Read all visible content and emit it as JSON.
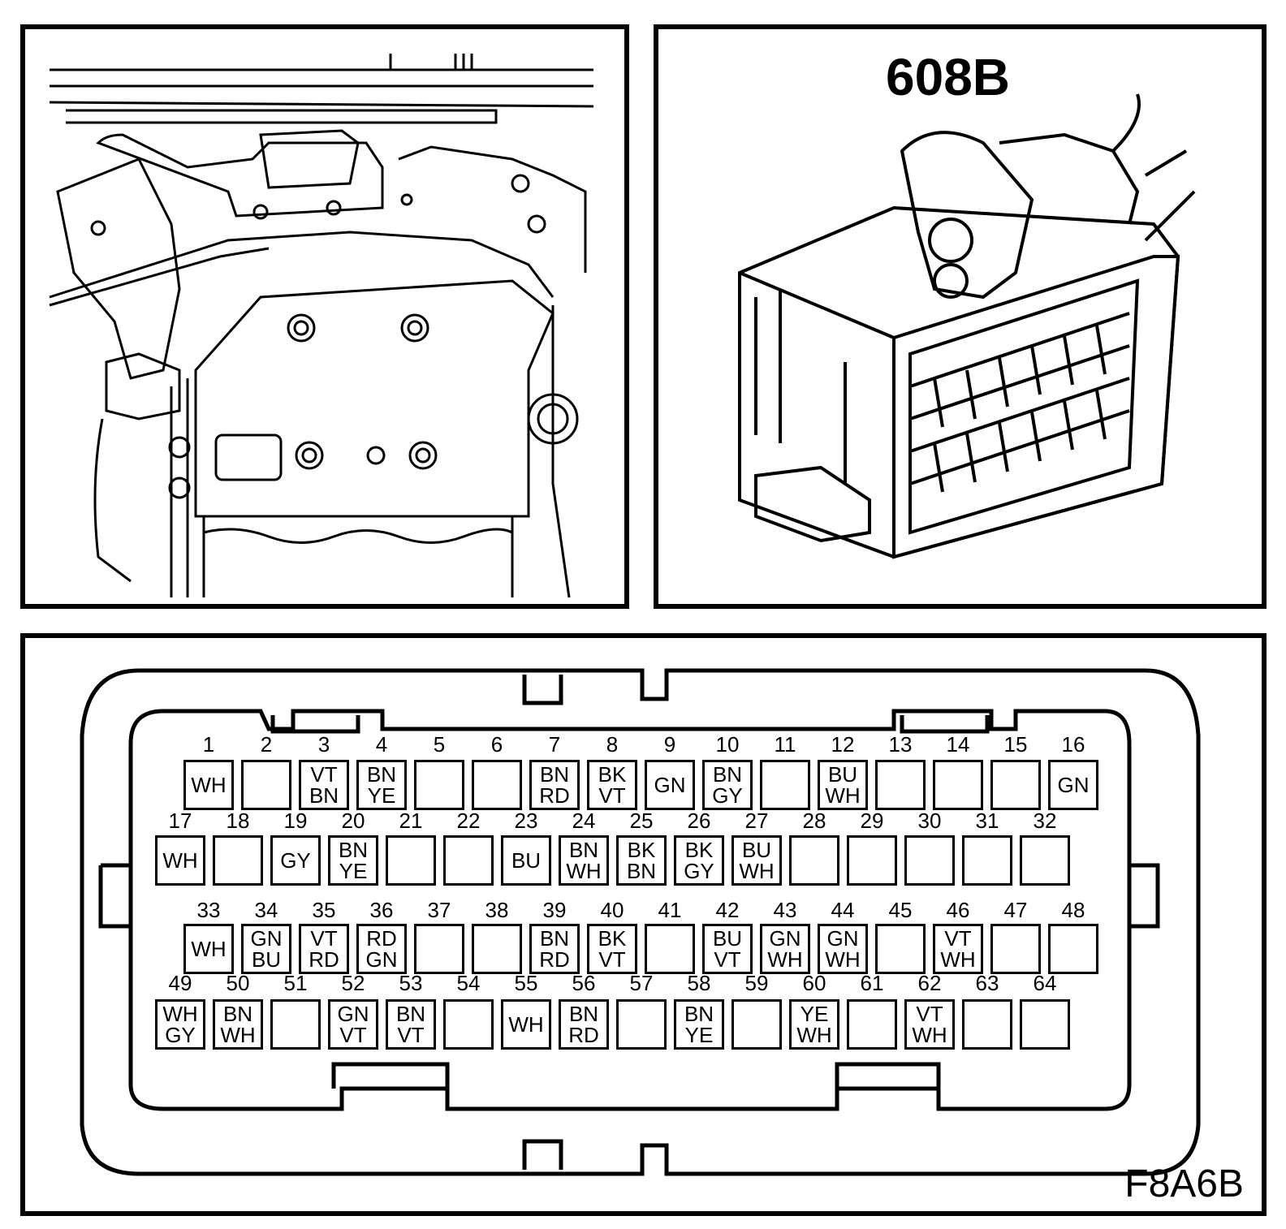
{
  "connector_view": {
    "title": "608B"
  },
  "pinout": {
    "figure_code": "F8A6B",
    "rows": [
      {
        "pins": [
          {
            "n": "1",
            "c": [
              "WH"
            ]
          },
          {
            "n": "2",
            "c": []
          },
          {
            "n": "3",
            "c": [
              "VT",
              "BN"
            ]
          },
          {
            "n": "4",
            "c": [
              "BN",
              "YE"
            ]
          },
          {
            "n": "5",
            "c": []
          },
          {
            "n": "6",
            "c": []
          },
          {
            "n": "7",
            "c": [
              "BN",
              "RD"
            ]
          },
          {
            "n": "8",
            "c": [
              "BK",
              "VT"
            ]
          },
          {
            "n": "9",
            "c": [
              "GN"
            ]
          },
          {
            "n": "10",
            "c": [
              "BN",
              "GY"
            ]
          },
          {
            "n": "11",
            "c": []
          },
          {
            "n": "12",
            "c": [
              "BU",
              "WH"
            ]
          },
          {
            "n": "13",
            "c": []
          },
          {
            "n": "14",
            "c": []
          },
          {
            "n": "15",
            "c": []
          },
          {
            "n": "16",
            "c": [
              "GN"
            ]
          }
        ]
      },
      {
        "pins": [
          {
            "n": "17",
            "c": [
              "WH"
            ]
          },
          {
            "n": "18",
            "c": []
          },
          {
            "n": "19",
            "c": [
              "GY"
            ]
          },
          {
            "n": "20",
            "c": [
              "BN",
              "YE"
            ]
          },
          {
            "n": "21",
            "c": []
          },
          {
            "n": "22",
            "c": []
          },
          {
            "n": "23",
            "c": [
              "BU"
            ]
          },
          {
            "n": "24",
            "c": [
              "BN",
              "WH"
            ]
          },
          {
            "n": "25",
            "c": [
              "BK",
              "BN"
            ]
          },
          {
            "n": "26",
            "c": [
              "BK",
              "GY"
            ]
          },
          {
            "n": "27",
            "c": [
              "BU",
              "WH"
            ]
          },
          {
            "n": "28",
            "c": []
          },
          {
            "n": "29",
            "c": []
          },
          {
            "n": "30",
            "c": []
          },
          {
            "n": "31",
            "c": []
          },
          {
            "n": "32",
            "c": []
          }
        ]
      },
      {
        "pins": [
          {
            "n": "33",
            "c": [
              "WH"
            ]
          },
          {
            "n": "34",
            "c": [
              "GN",
              "BU"
            ]
          },
          {
            "n": "35",
            "c": [
              "VT",
              "RD"
            ]
          },
          {
            "n": "36",
            "c": [
              "RD",
              "GN"
            ]
          },
          {
            "n": "37",
            "c": []
          },
          {
            "n": "38",
            "c": []
          },
          {
            "n": "39",
            "c": [
              "BN",
              "RD"
            ]
          },
          {
            "n": "40",
            "c": [
              "BK",
              "VT"
            ]
          },
          {
            "n": "41",
            "c": []
          },
          {
            "n": "42",
            "c": [
              "BU",
              "VT"
            ]
          },
          {
            "n": "43",
            "c": [
              "GN",
              "WH"
            ]
          },
          {
            "n": "44",
            "c": [
              "GN",
              "WH"
            ]
          },
          {
            "n": "45",
            "c": []
          },
          {
            "n": "46",
            "c": [
              "VT",
              "WH"
            ]
          },
          {
            "n": "47",
            "c": []
          },
          {
            "n": "48",
            "c": []
          }
        ]
      },
      {
        "pins": [
          {
            "n": "49",
            "c": [
              "WH",
              "GY"
            ]
          },
          {
            "n": "50",
            "c": [
              "BN",
              "WH"
            ]
          },
          {
            "n": "51",
            "c": []
          },
          {
            "n": "52",
            "c": [
              "GN",
              "VT"
            ]
          },
          {
            "n": "53",
            "c": [
              "BN",
              "VT"
            ]
          },
          {
            "n": "54",
            "c": []
          },
          {
            "n": "55",
            "c": [
              "WH"
            ]
          },
          {
            "n": "56",
            "c": [
              "BN",
              "RD"
            ]
          },
          {
            "n": "57",
            "c": []
          },
          {
            "n": "58",
            "c": [
              "BN",
              "YE"
            ]
          },
          {
            "n": "59",
            "c": []
          },
          {
            "n": "60",
            "c": [
              "YE",
              "WH"
            ]
          },
          {
            "n": "61",
            "c": []
          },
          {
            "n": "62",
            "c": [
              "VT",
              "WH"
            ]
          },
          {
            "n": "63",
            "c": []
          },
          {
            "n": "64",
            "c": []
          }
        ]
      }
    ]
  }
}
